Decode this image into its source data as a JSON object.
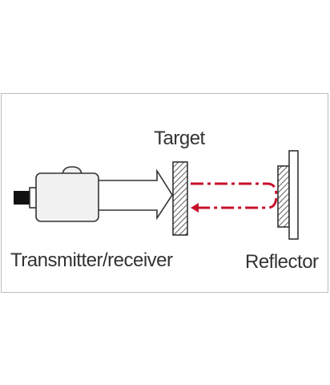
{
  "labels": {
    "target": "Target",
    "transmitter_receiver": "Transmitter/receiver",
    "reflector": "Reflector"
  },
  "colors": {
    "outline": "#333333",
    "sensor_fill": "#f1f1f1",
    "beam_dashed": "#c8102e",
    "hatch": "#333333",
    "panel_border": "#bdbdbd"
  },
  "icons": {
    "sensor": "photoelectric-sensor-icon",
    "target": "hatched-target-block-icon",
    "reflector": "retroreflector-icon"
  }
}
